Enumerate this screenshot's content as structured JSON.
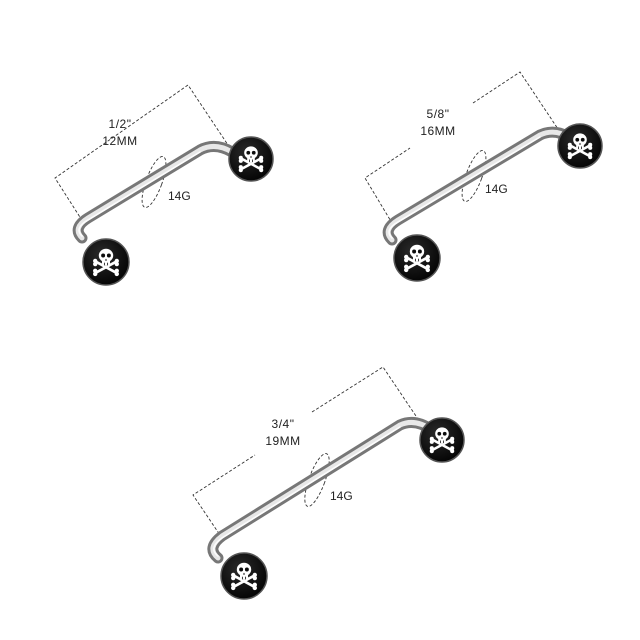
{
  "colors": {
    "background": "#ffffff",
    "metal_light": "#f4f4f4",
    "metal_mid": "#c8c8c8",
    "metal_dark": "#6e6e6e",
    "ball_black": "#0c0c0c",
    "skull": "#ffffff",
    "dash_line": "#333333",
    "text": "#222222"
  },
  "barbells": [
    {
      "id": "half-inch",
      "length_label": "1/2\"",
      "metric_label": "12MM",
      "gauge_label": "14G",
      "ball_icon": "skull-crossbones-icon"
    },
    {
      "id": "five-eighths-inch",
      "length_label": "5/8\"",
      "metric_label": "16MM",
      "gauge_label": "14G",
      "ball_icon": "skull-crossbones-icon"
    },
    {
      "id": "three-quarter-inch",
      "length_label": "3/4\"",
      "metric_label": "19MM",
      "gauge_label": "14G",
      "ball_icon": "skull-crossbones-icon"
    }
  ]
}
